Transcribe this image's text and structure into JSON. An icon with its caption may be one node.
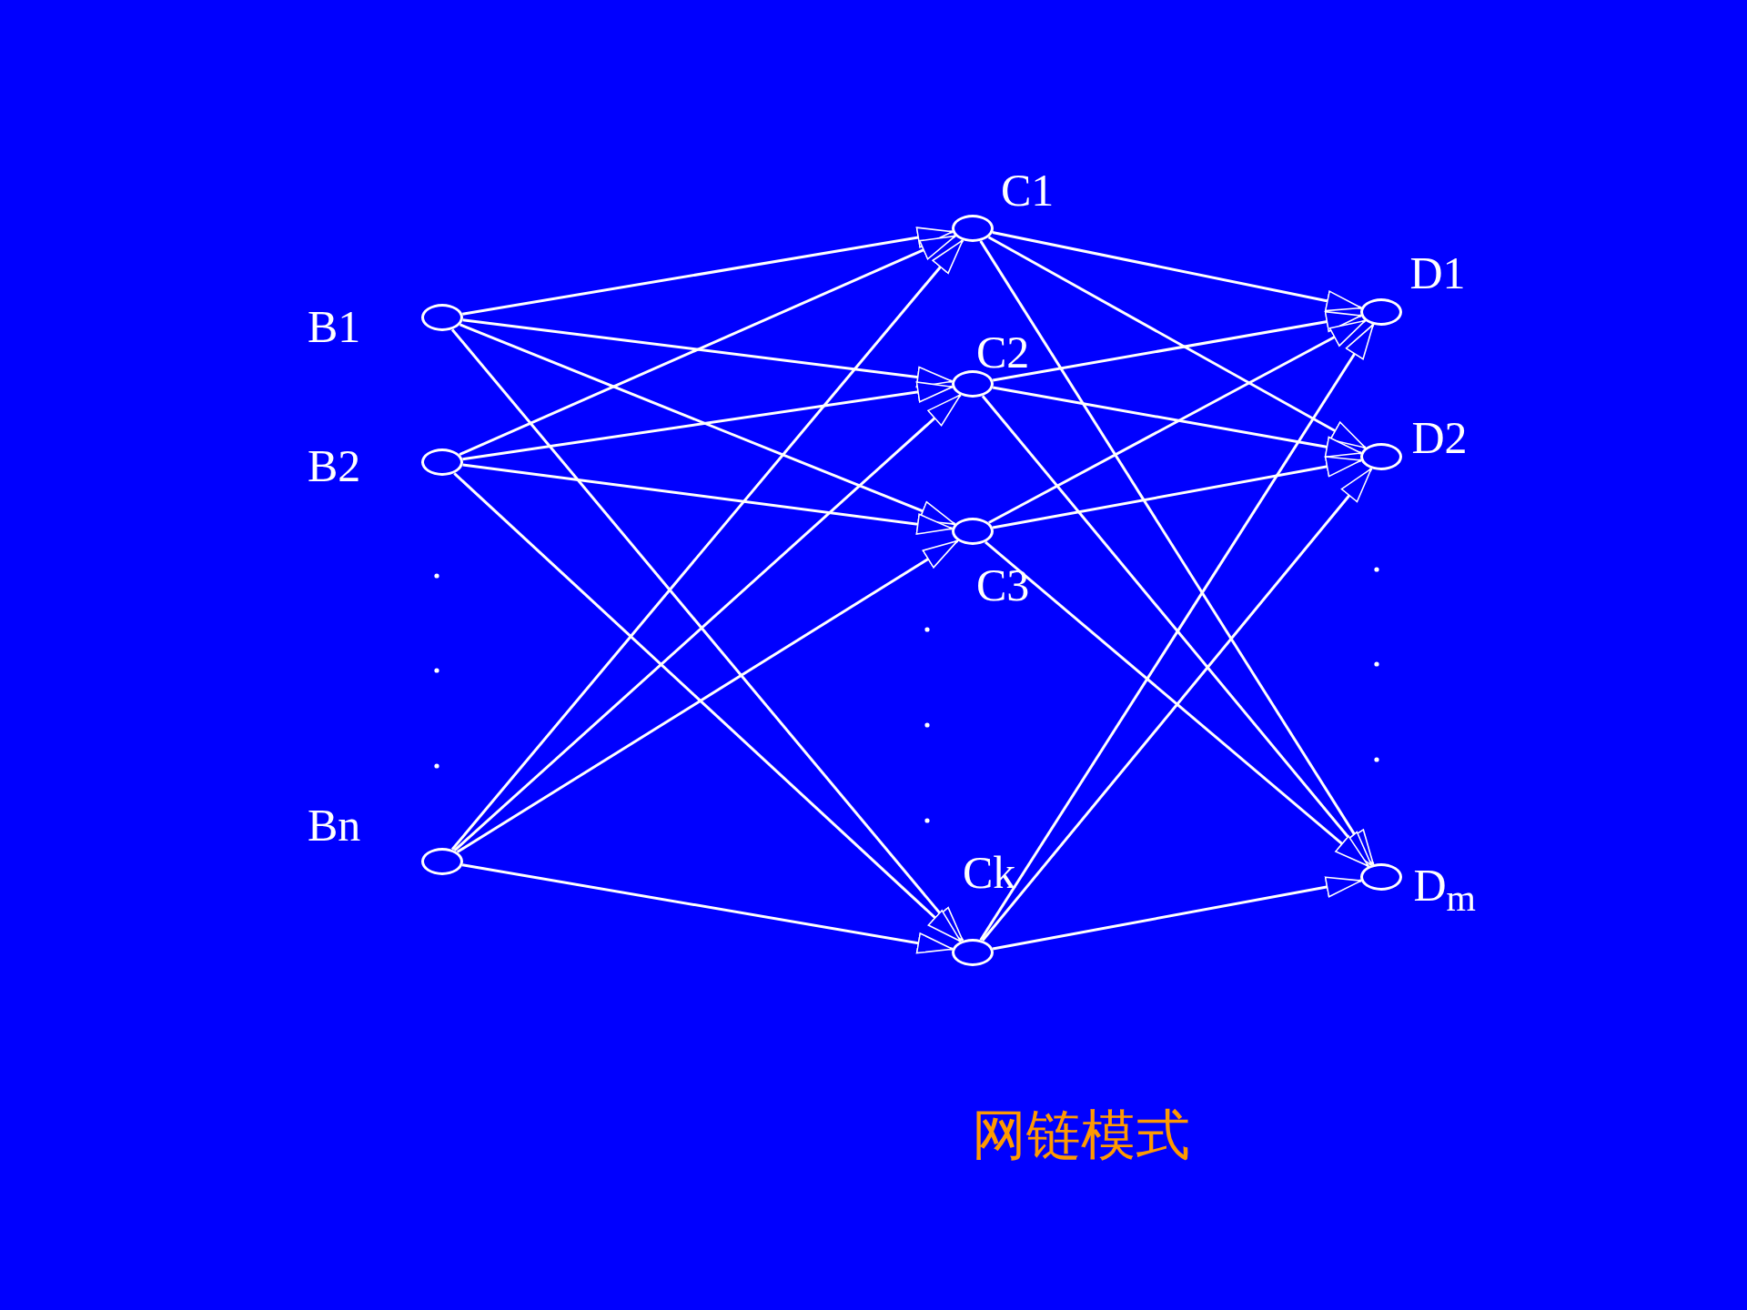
{
  "diagram": {
    "caption": "网链模式",
    "nodes": [
      {
        "text": [
          "B1"
        ]
      },
      {
        "text": [
          "B2"
        ]
      },
      {
        "text": [
          "Bn"
        ]
      },
      {
        "text": [
          "C1"
        ]
      },
      {
        "text": [
          "C2"
        ]
      },
      {
        "text": [
          "C3"
        ]
      },
      {
        "text": [
          "Ck"
        ]
      },
      {
        "text": [
          "D1"
        ]
      },
      {
        "text": [
          "D2"
        ]
      },
      {
        "text": [
          "D$_{m}$"
        ]
      }
    ],
    "edges": [
      {
        "from": 0,
        "to": 3,
        "arrow": "to"
      },
      {
        "from": 0,
        "to": 4,
        "arrow": "to"
      },
      {
        "from": 0,
        "to": 5,
        "arrow": "to"
      },
      {
        "from": 0,
        "to": 6,
        "arrow": "to"
      },
      {
        "from": 1,
        "to": 3,
        "arrow": "to"
      },
      {
        "from": 1,
        "to": 4,
        "arrow": "to"
      },
      {
        "from": 1,
        "to": 5,
        "arrow": "to"
      },
      {
        "from": 1,
        "to": 6,
        "arrow": "to"
      },
      {
        "from": 2,
        "to": 3,
        "arrow": "to"
      },
      {
        "from": 2,
        "to": 4,
        "arrow": "to"
      },
      {
        "from": 2,
        "to": 5,
        "arrow": "to"
      },
      {
        "from": 2,
        "to": 6,
        "arrow": "to"
      },
      {
        "from": 3,
        "to": 7,
        "arrow": "to"
      },
      {
        "from": 3,
        "to": 8,
        "arrow": "to"
      },
      {
        "from": 3,
        "to": 9,
        "arrow": "to"
      },
      {
        "from": 4,
        "to": 7,
        "arrow": "to"
      },
      {
        "from": 4,
        "to": 8,
        "arrow": "to"
      },
      {
        "from": 4,
        "to": 9,
        "arrow": "to"
      },
      {
        "from": 5,
        "to": 7,
        "arrow": "to"
      },
      {
        "from": 5,
        "to": 8,
        "arrow": "to"
      },
      {
        "from": 5,
        "to": 9,
        "arrow": "to"
      },
      {
        "from": 6,
        "to": 7,
        "arrow": "to"
      },
      {
        "from": 6,
        "to": 8,
        "arrow": "to"
      },
      {
        "from": 6,
        "to": 9,
        "arrow": "to"
      }
    ]
  }
}
